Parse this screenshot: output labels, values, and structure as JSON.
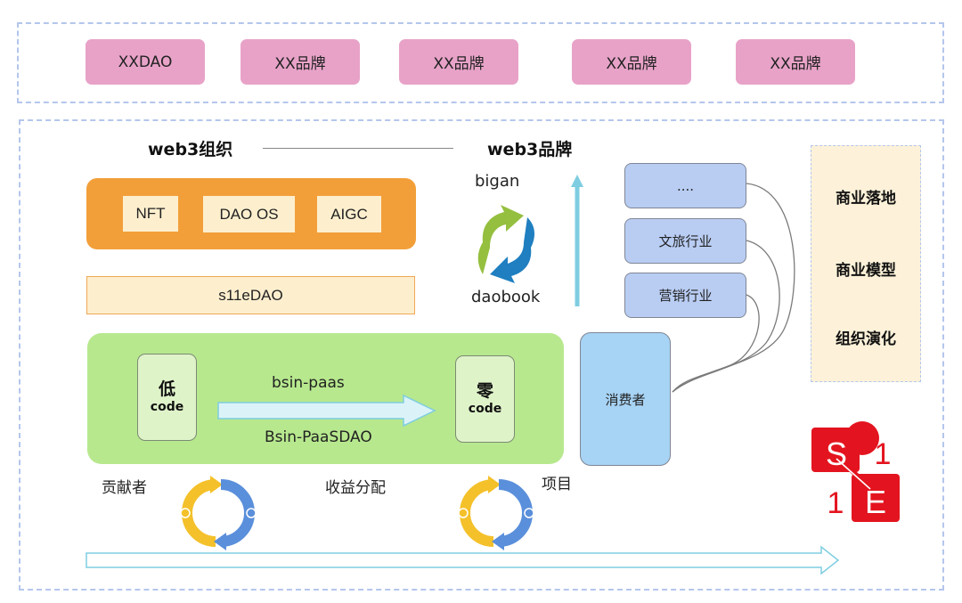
{
  "top_row": {
    "items": [
      {
        "label": "XXDAO"
      },
      {
        "label": "XX品牌"
      },
      {
        "label": "XX品牌"
      },
      {
        "label": "XX品牌"
      },
      {
        "label": "XX品牌"
      }
    ]
  },
  "main": {
    "headings": {
      "left": "web3组织",
      "right": "web3品牌"
    },
    "org_panel": {
      "chips": [
        {
          "label": "NFT"
        },
        {
          "label": "DAO OS"
        },
        {
          "label": "AIGC"
        }
      ],
      "base_label": "s11eDAO"
    },
    "cycle": {
      "top_label": "bigan",
      "bottom_label": "daobook"
    },
    "paas_panel": {
      "left_card": {
        "big": "低",
        "small": "code"
      },
      "right_card": {
        "big": "零",
        "small": "code"
      },
      "arrow_top_label": "bsin-paas",
      "arrow_bottom_label": "Bsin-PaaSDAO"
    },
    "industries": [
      {
        "label": "...."
      },
      {
        "label": "文旅行业"
      },
      {
        "label": "营销行业"
      }
    ],
    "consumer": {
      "label": "消费者"
    },
    "business": {
      "items": [
        {
          "label": "商业落地"
        },
        {
          "label": "商业模型"
        },
        {
          "label": "组织演化"
        }
      ]
    },
    "flow": {
      "contributor_label": "贡献者",
      "revenue_label": "收益分配",
      "project_label": "项目"
    },
    "logo": {
      "letters": [
        "S",
        "1",
        "1",
        "E"
      ]
    }
  },
  "colors": {
    "brand_pink": "#e8a2c8",
    "org_orange": "#f29f3a",
    "cream": "#fdefce",
    "paas_green": "#b7e88e",
    "industry_blue": "#b9cdf3",
    "consumer_blue": "#a7d3f4",
    "logo_red": "#e3141f",
    "cycle_yellow": "#f4c12b",
    "cycle_blue": "#5a8fdb",
    "arrow_cyan": "#7fcde0"
  }
}
